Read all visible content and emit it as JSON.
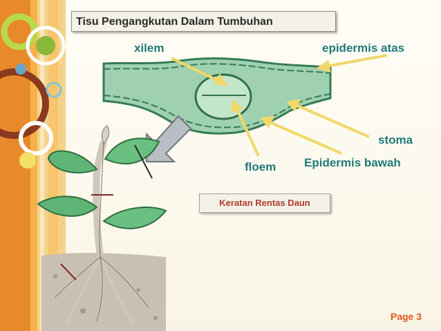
{
  "title": "Tisu Pengangkutan Dalam Tumbuhan",
  "labels": {
    "xilem": "xilem",
    "epidermis_atas": "epidermis atas",
    "stoma": "stoma",
    "floem": "floem",
    "epidermis_bawah": "Epidermis bawah"
  },
  "caption": "Keratan Rentas Daun",
  "page": "Page 3",
  "colors": {
    "label": "#207a7a",
    "caption": "#b03a2e",
    "page": "#e0541a",
    "arrow": "#f0d86a"
  },
  "icons": [
    "leaf-cross-section",
    "plant-with-roots",
    "pointer-arrow"
  ]
}
